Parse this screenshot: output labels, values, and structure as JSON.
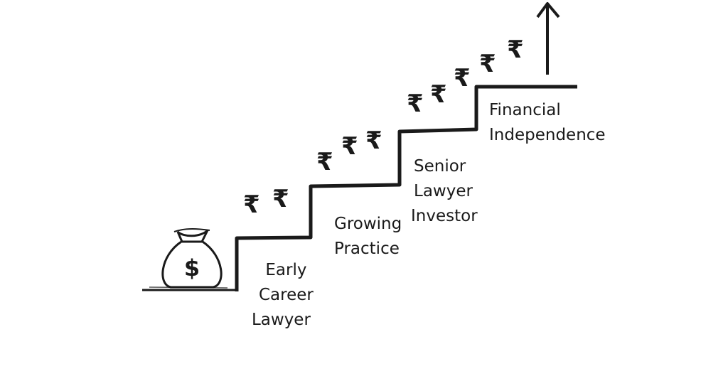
{
  "stages": [
    {
      "lines": [
        "Early",
        "Career",
        "Lawyer"
      ]
    },
    {
      "lines": [
        "Growing",
        "Practice"
      ]
    },
    {
      "lines": [
        "Senior",
        "Lawyer",
        "Investor"
      ]
    },
    {
      "lines": [
        "Financial",
        "Independence"
      ]
    }
  ],
  "money_bag_symbol": "$",
  "rupee_symbol": "₹",
  "icons": [
    "money-bag-icon",
    "rupee-icon",
    "up-arrow-icon"
  ],
  "ink_color": "#1a1a1a"
}
